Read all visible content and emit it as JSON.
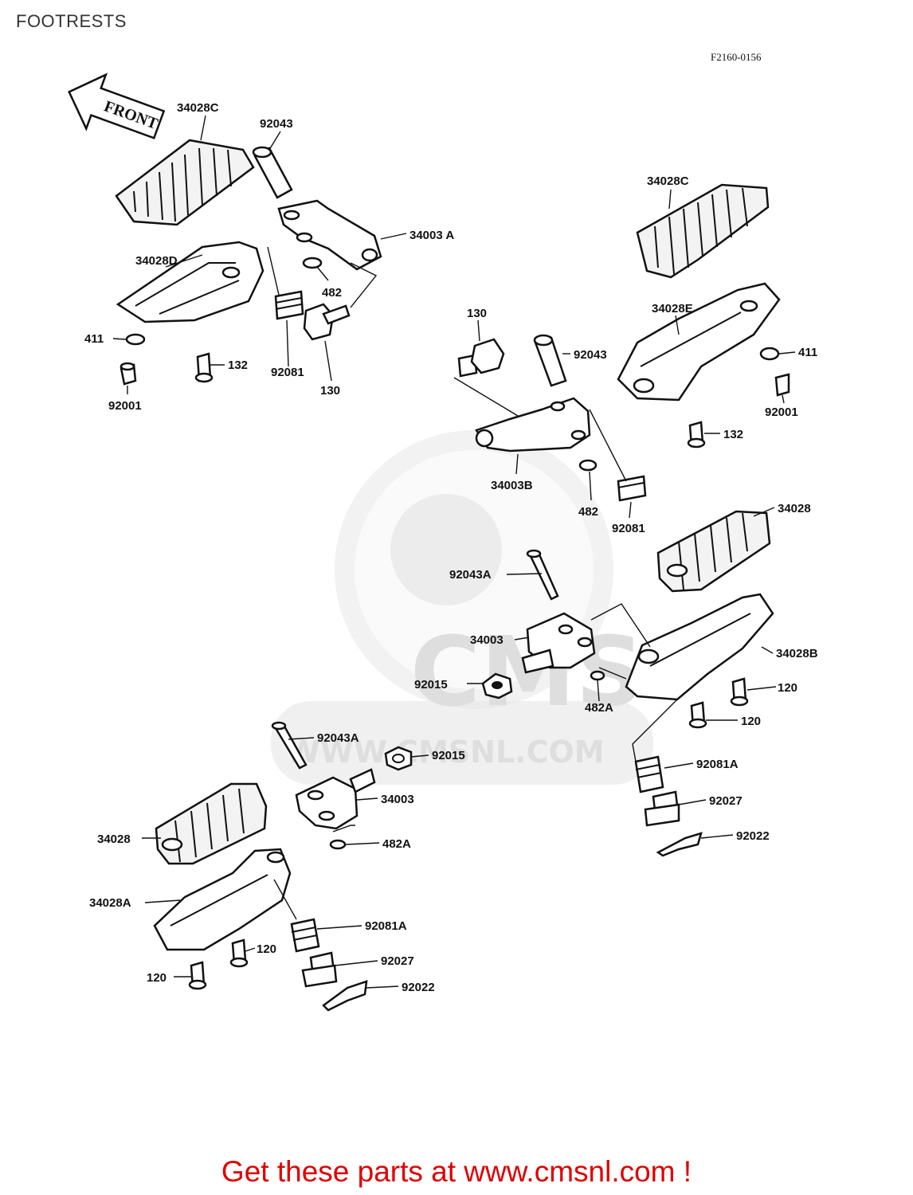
{
  "header": {
    "title": "FOOTRESTS",
    "diagram_code": "F2160-0156"
  },
  "watermark": {
    "brand": "CMS",
    "site": "WWW.CMSNL.COM"
  },
  "arrow": {
    "label": "FRONT"
  },
  "callouts": [
    "34028C",
    "92043",
    "34003 A",
    "34028D",
    "482",
    "411",
    "132",
    "92081",
    "130",
    "92001",
    "34028C",
    "34028E",
    "130",
    "92043",
    "411",
    "92001",
    "132",
    "34003B",
    "482",
    "92081",
    "34028",
    "92043A",
    "34003",
    "34028B",
    "92015",
    "482A",
    "120",
    "120",
    "92081A",
    "92027",
    "92022",
    "92043A",
    "92015",
    "34003",
    "34028",
    "482A",
    "34028A",
    "92081A",
    "120",
    "92027",
    "120",
    "92022"
  ],
  "footer": {
    "cta": "Get these parts at www.cmsnl.com !"
  }
}
